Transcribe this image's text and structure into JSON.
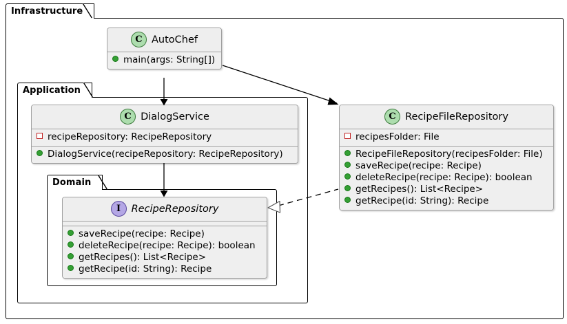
{
  "diagram": {
    "title": "AutoChef UML class diagram",
    "colors": {
      "class_icon_fill": "#adddae",
      "class_icon_stroke": "#3c7a3c",
      "interface_icon_fill": "#b4a7e5",
      "interface_icon_stroke": "#5b4a9e",
      "public_marker": "#35a035",
      "private_marker": "#c02020",
      "box_fill": "#efefef",
      "header_fill": "#eeeeee",
      "border": "#a0a0a0",
      "package_border": "#000000",
      "background": "#ffffff"
    }
  },
  "packages": {
    "infrastructure": {
      "label": "Infrastructure"
    },
    "application": {
      "label": "Application"
    },
    "domain": {
      "label": "Domain"
    }
  },
  "classes": {
    "autochef": {
      "name": "AutoChef",
      "icon": "class-icon",
      "icon_letter": "C",
      "attributes": [],
      "operations": [
        {
          "visibility": "public",
          "text": "main(args: String[])"
        }
      ]
    },
    "dialog_service": {
      "name": "DialogService",
      "icon": "class-icon",
      "icon_letter": "C",
      "attributes": [
        {
          "visibility": "private",
          "text": "recipeRepository: RecipeRepository"
        }
      ],
      "operations": [
        {
          "visibility": "public",
          "text": "DialogService(recipeRepository: RecipeRepository)"
        }
      ]
    },
    "recipe_repository": {
      "name": "RecipeRepository",
      "icon": "interface-icon",
      "icon_letter": "I",
      "italic": true,
      "attributes": [],
      "operations": [
        {
          "visibility": "public",
          "text": "saveRecipe(recipe: Recipe)"
        },
        {
          "visibility": "public",
          "text": "deleteRecipe(recipe: Recipe): boolean"
        },
        {
          "visibility": "public",
          "text": "getRecipes(): List<Recipe>"
        },
        {
          "visibility": "public",
          "text": "getRecipe(id: String): Recipe"
        }
      ]
    },
    "recipe_file_repository": {
      "name": "RecipeFileRepository",
      "icon": "class-icon",
      "icon_letter": "C",
      "attributes": [
        {
          "visibility": "private",
          "text": "recipesFolder: File"
        }
      ],
      "operations": [
        {
          "visibility": "public",
          "text": "RecipeFileRepository(recipesFolder: File)"
        },
        {
          "visibility": "public",
          "text": "saveRecipe(recipe: Recipe)"
        },
        {
          "visibility": "public",
          "text": "deleteRecipe(recipe: Recipe): boolean"
        },
        {
          "visibility": "public",
          "text": "getRecipes(): List<Recipe>"
        },
        {
          "visibility": "public",
          "text": "getRecipe(id: String): Recipe"
        }
      ]
    }
  },
  "relations": [
    {
      "name": "autochef-to-dialogservice",
      "kind": "association",
      "from": "AutoChef",
      "to": "DialogService"
    },
    {
      "name": "autochef-to-recipefilerepository",
      "kind": "association",
      "from": "AutoChef",
      "to": "RecipeFileRepository"
    },
    {
      "name": "dialogservice-to-reciperepository",
      "kind": "association",
      "from": "DialogService",
      "to": "RecipeRepository"
    },
    {
      "name": "recipefilerepository-realizes-reciperepository",
      "kind": "realization",
      "from": "RecipeFileRepository",
      "to": "RecipeRepository"
    }
  ]
}
